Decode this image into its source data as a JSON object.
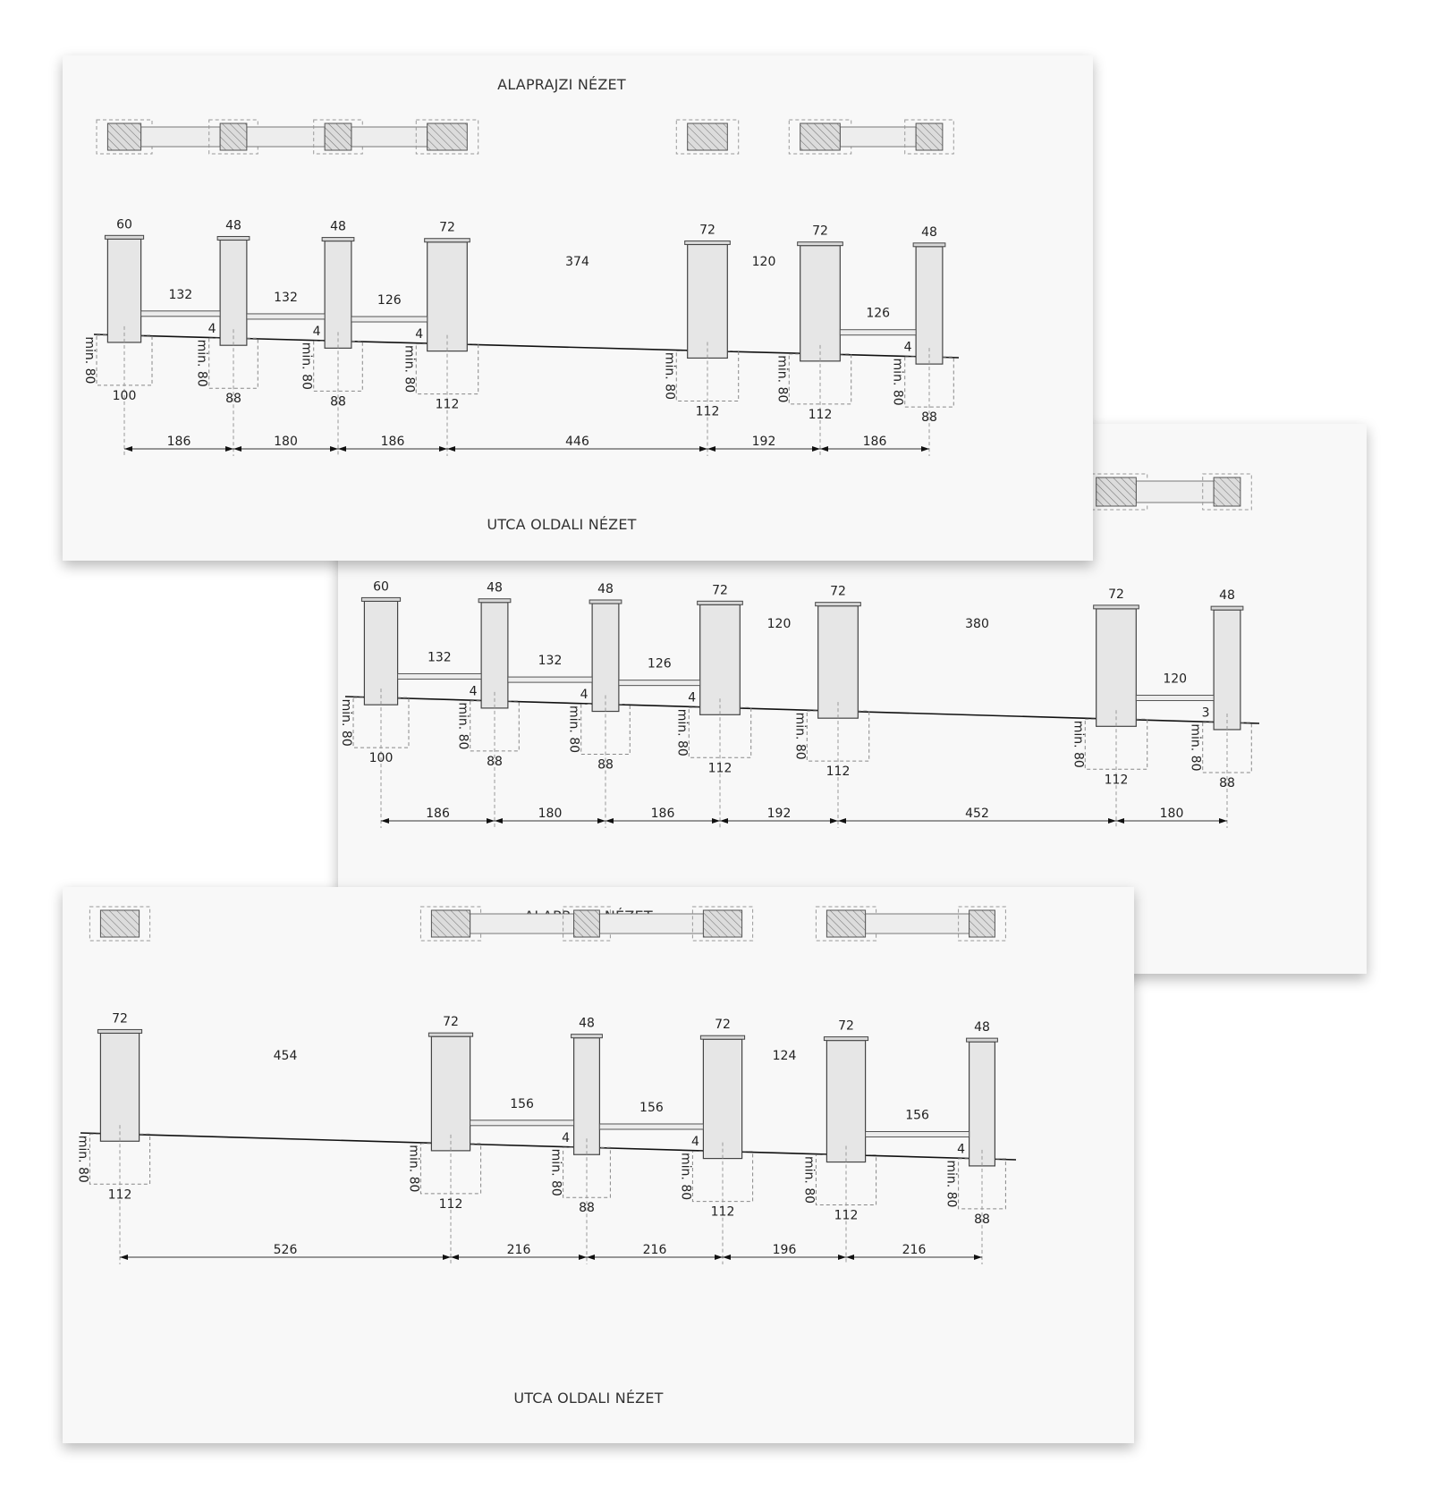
{
  "sheets": [
    {
      "id": "sheet1",
      "top_title": "ALAPRAJZI NÉZET",
      "bottom_title": "UTCA OLDALI NÉZET",
      "posts": [
        {
          "width": "60",
          "footing": "100",
          "min": "min. 80"
        },
        {
          "width": "48",
          "footing": "88",
          "min": "min. 80"
        },
        {
          "width": "48",
          "footing": "88",
          "min": "min. 80"
        },
        {
          "width": "72",
          "footing": "112",
          "min": "min. 80"
        },
        {
          "width": "72",
          "footing": "112",
          "min": "min. 80"
        },
        {
          "width": "72",
          "footing": "112",
          "min": "min. 80"
        },
        {
          "width": "48",
          "footing": "88",
          "min": "min. 80"
        }
      ],
      "spans": [
        {
          "label": "132",
          "panel": true,
          "gap": "4"
        },
        {
          "label": "132",
          "panel": true,
          "gap": "4"
        },
        {
          "label": "126",
          "panel": true,
          "gap": "4"
        },
        {
          "label": "374",
          "panel": false,
          "gap": ""
        },
        {
          "label": "120",
          "panel": false,
          "gap": ""
        },
        {
          "label": "126",
          "panel": true,
          "gap": "4"
        }
      ],
      "distances": [
        "186",
        "180",
        "186",
        "446",
        "192",
        "186"
      ]
    },
    {
      "id": "sheet2",
      "top_title": "",
      "bottom_title": "",
      "posts": [
        {
          "width": "60",
          "footing": "100",
          "min": "min. 80"
        },
        {
          "width": "48",
          "footing": "88",
          "min": "min. 80"
        },
        {
          "width": "48",
          "footing": "88",
          "min": "min. 80"
        },
        {
          "width": "72",
          "footing": "112",
          "min": "min. 80"
        },
        {
          "width": "72",
          "footing": "112",
          "min": "min. 80"
        },
        {
          "width": "72",
          "footing": "112",
          "min": "min. 80"
        },
        {
          "width": "48",
          "footing": "88",
          "min": "min. 80"
        }
      ],
      "spans": [
        {
          "label": "132",
          "panel": true,
          "gap": "4"
        },
        {
          "label": "132",
          "panel": true,
          "gap": "4"
        },
        {
          "label": "126",
          "panel": true,
          "gap": "4"
        },
        {
          "label": "120",
          "panel": false,
          "gap": ""
        },
        {
          "label": "380",
          "panel": false,
          "gap": ""
        },
        {
          "label": "120",
          "panel": true,
          "gap": "3"
        }
      ],
      "distances": [
        "186",
        "180",
        "186",
        "192",
        "452",
        "180"
      ]
    },
    {
      "id": "sheet3",
      "top_title": "ALAPRAJZI NÉZET",
      "bottom_title": "UTCA OLDALI NÉZET",
      "posts": [
        {
          "width": "72",
          "footing": "112",
          "min": "min. 80"
        },
        {
          "width": "72",
          "footing": "112",
          "min": "min. 80"
        },
        {
          "width": "48",
          "footing": "88",
          "min": "min. 80"
        },
        {
          "width": "72",
          "footing": "112",
          "min": "min. 80"
        },
        {
          "width": "72",
          "footing": "112",
          "min": "min. 80"
        },
        {
          "width": "48",
          "footing": "88",
          "min": "min. 80"
        }
      ],
      "spans": [
        {
          "label": "454",
          "panel": false,
          "gap": ""
        },
        {
          "label": "156",
          "panel": true,
          "gap": "4"
        },
        {
          "label": "156",
          "panel": true,
          "gap": "4"
        },
        {
          "label": "124",
          "panel": false,
          "gap": ""
        },
        {
          "label": "156",
          "panel": true,
          "gap": "4"
        }
      ],
      "distances": [
        "526",
        "216",
        "216",
        "196",
        "216"
      ]
    }
  ]
}
